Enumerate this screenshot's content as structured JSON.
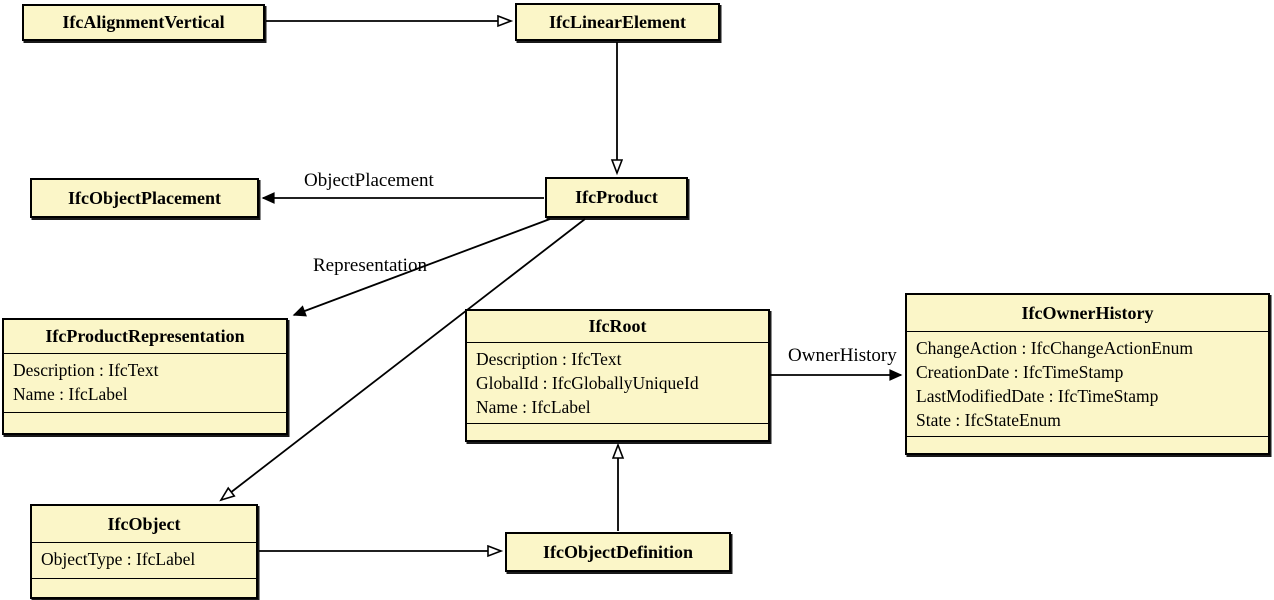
{
  "classes": {
    "alignment_vertical": {
      "title": "IfcAlignmentVertical"
    },
    "linear_element": {
      "title": "IfcLinearElement"
    },
    "object_placement": {
      "title": "IfcObjectPlacement"
    },
    "product": {
      "title": "IfcProduct"
    },
    "product_representation": {
      "title": "IfcProductRepresentation",
      "attributes": [
        "Description : IfcText",
        "Name : IfcLabel"
      ]
    },
    "root": {
      "title": "IfcRoot",
      "attributes": [
        "Description : IfcText",
        "GlobalId : IfcGloballyUniqueId",
        "Name : IfcLabel"
      ]
    },
    "owner_history": {
      "title": "IfcOwnerHistory",
      "attributes": [
        "ChangeAction : IfcChangeActionEnum",
        "CreationDate : IfcTimeStamp",
        "LastModifiedDate : IfcTimeStamp",
        "State : IfcStateEnum"
      ]
    },
    "object": {
      "title": "IfcObject",
      "attributes": [
        "ObjectType : IfcLabel"
      ]
    },
    "object_definition": {
      "title": "IfcObjectDefinition"
    }
  },
  "edge_labels": {
    "object_placement": "ObjectPlacement",
    "representation": "Representation",
    "owner_history": "OwnerHistory"
  },
  "colors": {
    "class_fill": "#FBF6C8",
    "class_border": "#000000",
    "edge": "#000000",
    "background": "#FFFFFF"
  }
}
